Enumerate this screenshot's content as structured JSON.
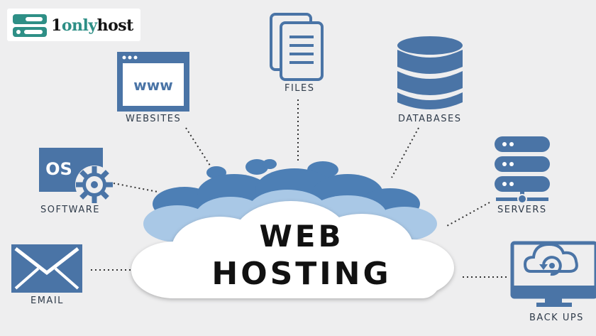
{
  "brand": {
    "name_prefix": "1",
    "name_accent": "only",
    "name_suffix": "host",
    "accent_color": "#2e8f86"
  },
  "center": {
    "line1": "WEB",
    "line2": "HOSTING"
  },
  "nodes": {
    "websites": {
      "label": "WEBSITES",
      "icon_text": "www",
      "icon": "browser-window-icon"
    },
    "files": {
      "label": "FILES",
      "icon": "documents-icon"
    },
    "databases": {
      "label": "DATABASES",
      "icon": "database-icon"
    },
    "software": {
      "label": "SOFTWARE",
      "icon_text": "OS",
      "icon": "os-gear-icon"
    },
    "servers": {
      "label": "SERVERS",
      "icon": "server-rack-icon"
    },
    "email": {
      "label": "EMAIL",
      "icon": "envelope-icon"
    },
    "backups": {
      "label": "BACK UPS",
      "icon": "cloud-backup-monitor-icon"
    }
  },
  "colors": {
    "icon_blue": "#4a74a6",
    "cloud_dark": "#4d7fb5",
    "cloud_light": "#a9c8e6",
    "cloud_white": "#ffffff"
  }
}
